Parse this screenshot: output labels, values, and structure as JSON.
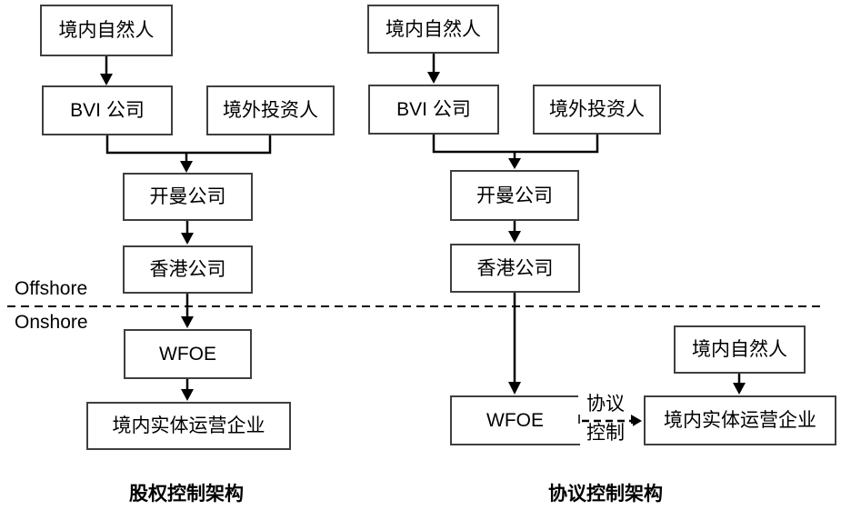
{
  "left_diagram": {
    "title": "股权控制架构",
    "nodes": {
      "domestic_person": "境内自然人",
      "bvi": "BVI 公司",
      "foreign_investor": "境外投资人",
      "cayman": "开曼公司",
      "hongkong": "香港公司",
      "wfoe": "WFOE",
      "operating_company": "境内实体运营企业"
    }
  },
  "right_diagram": {
    "title": "协议控制架构",
    "nodes": {
      "domestic_person": "境内自然人",
      "bvi": "BVI 公司",
      "foreign_investor": "境外投资人",
      "cayman": "开曼公司",
      "hongkong": "香港公司",
      "wfoe": "WFOE",
      "domestic_person_2": "境内自然人",
      "operating_company": "境内实体运营企业"
    },
    "vie_arrow_label_line1": "协议",
    "vie_arrow_label_line2": "控制"
  },
  "divider": {
    "offshore_label": "Offshore",
    "onshore_label": "Onshore"
  },
  "colors": {
    "background": "#ffffff",
    "box_border": "#3f3f3f",
    "connector_line": "#000000",
    "text": "#000000"
  }
}
